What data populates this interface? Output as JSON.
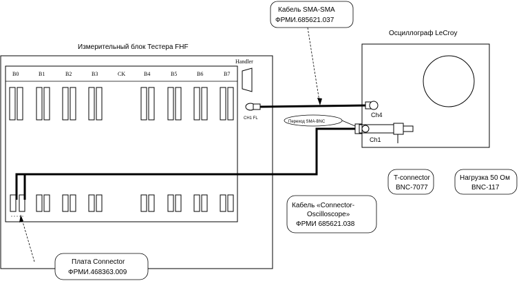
{
  "tester_block": {
    "title": "Измерительный блок Тестера FHF",
    "slots_top": [
      "B0",
      "B1",
      "B2",
      "B3",
      "CK",
      "B4",
      "B5",
      "B6",
      "B7"
    ],
    "handler_label": "Handler",
    "port_label": "CH1 FL"
  },
  "oscilloscope": {
    "title": "Осциллограф LeCroy",
    "ch4_label": "Ch4",
    "ch1_label": "Ch1"
  },
  "adapter_label": "Переход SMA-BNC",
  "callouts": {
    "cable_sma": {
      "line1": "Кабель SMA-SMA",
      "line2": "ФРМИ.685621.037"
    },
    "cable_connector": {
      "line1": "Кабель «Connector-",
      "line2": "Oscilloscope»",
      "line3": "ФРМИ 685621.038"
    },
    "board_connector": {
      "line1": "Плата Connector",
      "line2": "ФРМИ.468363.009"
    },
    "t_connector": {
      "line1": "T-connector",
      "line2": "BNC-7077"
    },
    "load": {
      "line1": "Нагрузка 50 Ом",
      "line2": "BNC-117"
    }
  }
}
